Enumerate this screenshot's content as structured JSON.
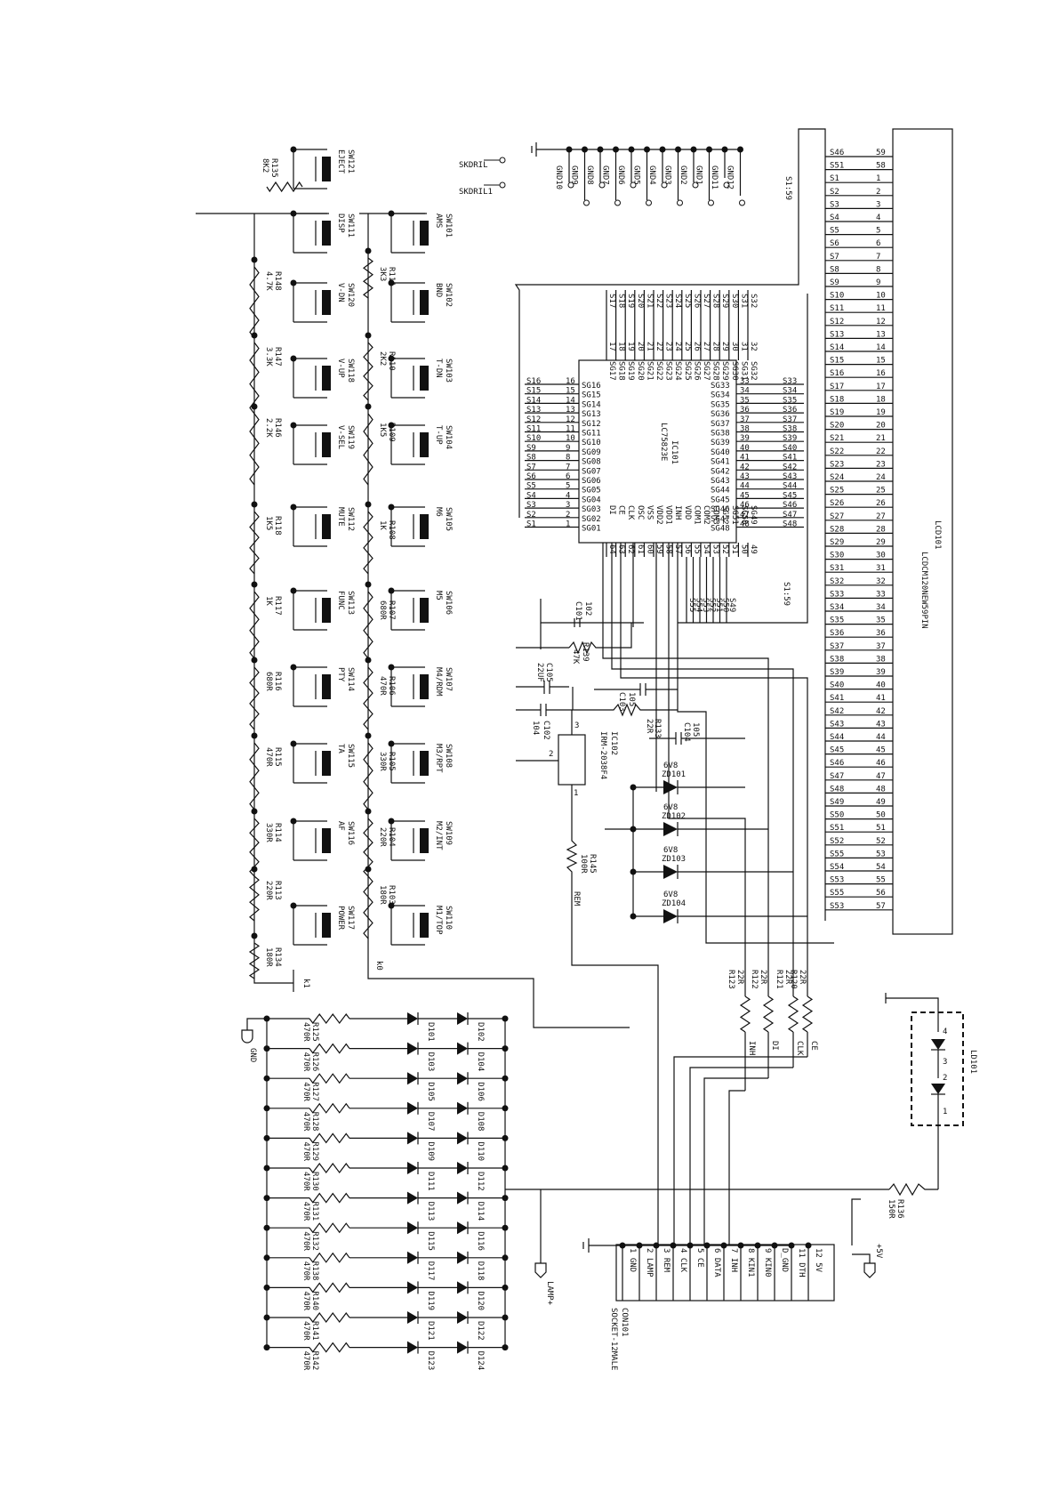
{
  "lcd": {
    "ref": "LCD101",
    "part": "LCDCM120NEW59PIN",
    "pins": [
      {
        "sig": "S46",
        "num": "59"
      },
      {
        "sig": "S51",
        "num": "58"
      },
      {
        "sig": "S1",
        "num": "1"
      },
      {
        "sig": "S2",
        "num": "2"
      },
      {
        "sig": "S3",
        "num": "3"
      },
      {
        "sig": "S4",
        "num": "4"
      },
      {
        "sig": "S5",
        "num": "5"
      },
      {
        "sig": "S6",
        "num": "6"
      },
      {
        "sig": "S7",
        "num": "7"
      },
      {
        "sig": "S8",
        "num": "8"
      },
      {
        "sig": "S9",
        "num": "9"
      },
      {
        "sig": "S10",
        "num": "10"
      },
      {
        "sig": "S11",
        "num": "11"
      },
      {
        "sig": "S12",
        "num": "12"
      },
      {
        "sig": "S13",
        "num": "13"
      },
      {
        "sig": "S14",
        "num": "14"
      },
      {
        "sig": "S15",
        "num": "15"
      },
      {
        "sig": "S16",
        "num": "16"
      },
      {
        "sig": "S17",
        "num": "17"
      },
      {
        "sig": "S18",
        "num": "18"
      },
      {
        "sig": "S19",
        "num": "19"
      },
      {
        "sig": "S20",
        "num": "20"
      },
      {
        "sig": "S21",
        "num": "21"
      },
      {
        "sig": "S22",
        "num": "22"
      },
      {
        "sig": "S23",
        "num": "23"
      },
      {
        "sig": "S24",
        "num": "24"
      },
      {
        "sig": "S25",
        "num": "25"
      },
      {
        "sig": "S26",
        "num": "26"
      },
      {
        "sig": "S27",
        "num": "27"
      },
      {
        "sig": "S28",
        "num": "28"
      },
      {
        "sig": "S29",
        "num": "29"
      },
      {
        "sig": "S30",
        "num": "30"
      },
      {
        "sig": "S31",
        "num": "31"
      },
      {
        "sig": "S32",
        "num": "32"
      },
      {
        "sig": "S33",
        "num": "33"
      },
      {
        "sig": "S34",
        "num": "34"
      },
      {
        "sig": "S35",
        "num": "35"
      },
      {
        "sig": "S36",
        "num": "36"
      },
      {
        "sig": "S37",
        "num": "37"
      },
      {
        "sig": "S38",
        "num": "38"
      },
      {
        "sig": "S39",
        "num": "39"
      },
      {
        "sig": "S40",
        "num": "40"
      },
      {
        "sig": "S41",
        "num": "41"
      },
      {
        "sig": "S42",
        "num": "42"
      },
      {
        "sig": "S43",
        "num": "43"
      },
      {
        "sig": "S44",
        "num": "44"
      },
      {
        "sig": "S45",
        "num": "45"
      },
      {
        "sig": "S46",
        "num": "46"
      },
      {
        "sig": "S47",
        "num": "47"
      },
      {
        "sig": "S48",
        "num": "48"
      },
      {
        "sig": "S49",
        "num": "49"
      },
      {
        "sig": "S50",
        "num": "50"
      },
      {
        "sig": "S51",
        "num": "51"
      },
      {
        "sig": "S52",
        "num": "52"
      },
      {
        "sig": "S55",
        "num": "53"
      },
      {
        "sig": "S54",
        "num": "54"
      },
      {
        "sig": "S53",
        "num": "55"
      },
      {
        "sig": "S55",
        "num": "56"
      },
      {
        "sig": "S53",
        "num": "57"
      }
    ]
  },
  "bus_top": "S1:59",
  "bus_mid": "S1:59",
  "ic101": {
    "ref": "IC101",
    "part": "LC75823E",
    "left_pins": [
      {
        "sig": "S16",
        "num": "16",
        "pin": "SG16"
      },
      {
        "sig": "S15",
        "num": "15",
        "pin": "SG15"
      },
      {
        "sig": "S14",
        "num": "14",
        "pin": "SG14"
      },
      {
        "sig": "S13",
        "num": "13",
        "pin": "SG13"
      },
      {
        "sig": "S12",
        "num": "12",
        "pin": "SG12"
      },
      {
        "sig": "S11",
        "num": "11",
        "pin": "SG11"
      },
      {
        "sig": "S10",
        "num": "10",
        "pin": "SG10"
      },
      {
        "sig": "S9",
        "num": "9",
        "pin": "SG09"
      },
      {
        "sig": "S8",
        "num": "8",
        "pin": "SG08"
      },
      {
        "sig": "S7",
        "num": "7",
        "pin": "SG07"
      },
      {
        "sig": "S6",
        "num": "6",
        "pin": "SG06"
      },
      {
        "sig": "S5",
        "num": "5",
        "pin": "SG05"
      },
      {
        "sig": "S4",
        "num": "4",
        "pin": "SG04"
      },
      {
        "sig": "S3",
        "num": "3",
        "pin": "SG03"
      },
      {
        "sig": "S2",
        "num": "2",
        "pin": "SG02"
      },
      {
        "sig": "S1",
        "num": "1",
        "pin": "SG01"
      }
    ],
    "right_pins": [
      {
        "pin": "SG33",
        "num": "33",
        "sig": "S33"
      },
      {
        "pin": "SG34",
        "num": "34",
        "sig": "S34"
      },
      {
        "pin": "SG35",
        "num": "35",
        "sig": "S35"
      },
      {
        "pin": "SG36",
        "num": "36",
        "sig": "S36"
      },
      {
        "pin": "SG37",
        "num": "37",
        "sig": "S37"
      },
      {
        "pin": "SG38",
        "num": "38",
        "sig": "S38"
      },
      {
        "pin": "SG39",
        "num": "39",
        "sig": "S39"
      },
      {
        "pin": "SG40",
        "num": "40",
        "sig": "S40"
      },
      {
        "pin": "SG41",
        "num": "41",
        "sig": "S41"
      },
      {
        "pin": "SG42",
        "num": "42",
        "sig": "S42"
      },
      {
        "pin": "SG43",
        "num": "43",
        "sig": "S43"
      },
      {
        "pin": "SG44",
        "num": "44",
        "sig": "S44"
      },
      {
        "pin": "SG45",
        "num": "45",
        "sig": "S45"
      },
      {
        "pin": "SG46",
        "num": "46",
        "sig": "S46"
      },
      {
        "pin": "SG47",
        "num": "47",
        "sig": "S47"
      },
      {
        "pin": "SG48",
        "num": "48",
        "sig": "S48"
      }
    ],
    "top_pins": [
      {
        "sig": "S17",
        "num": "17",
        "pin": "SG17"
      },
      {
        "sig": "S18",
        "num": "18",
        "pin": "SG18"
      },
      {
        "sig": "S19",
        "num": "19",
        "pin": "SG19"
      },
      {
        "sig": "S20",
        "num": "20",
        "pin": "SG20"
      },
      {
        "sig": "S21",
        "num": "21",
        "pin": "SG21"
      },
      {
        "sig": "S22",
        "num": "22",
        "pin": "SG22"
      },
      {
        "sig": "S23",
        "num": "23",
        "pin": "SG23"
      },
      {
        "sig": "S24",
        "num": "24",
        "pin": "SG24"
      },
      {
        "sig": "S25",
        "num": "25",
        "pin": "SG25"
      },
      {
        "sig": "S26",
        "num": "26",
        "pin": "SG26"
      },
      {
        "sig": "S27",
        "num": "27",
        "pin": "SG27"
      },
      {
        "sig": "S28",
        "num": "28",
        "pin": "SG28"
      },
      {
        "sig": "S29",
        "num": "29",
        "pin": "SG29"
      },
      {
        "sig": "S30",
        "num": "30",
        "pin": "SG30"
      },
      {
        "sig": "S31",
        "num": "31",
        "pin": "SG31"
      },
      {
        "sig": "S32",
        "num": "32",
        "pin": "SG32"
      }
    ],
    "bottom_pins": [
      {
        "pin": "DI",
        "num": "64"
      },
      {
        "pin": "CE",
        "num": "63"
      },
      {
        "pin": "CLK",
        "num": "62"
      },
      {
        "pin": "OSC",
        "num": "61"
      },
      {
        "pin": "VSS",
        "num": "60"
      },
      {
        "pin": "VDD2",
        "num": "59"
      },
      {
        "pin": "VDD1",
        "num": "58"
      },
      {
        "pin": "INH",
        "num": "57"
      },
      {
        "pin": "VDD",
        "num": "56"
      },
      {
        "pin": "COM1",
        "num": "55"
      },
      {
        "pin": "COM2",
        "num": "54"
      },
      {
        "pin": "COM3",
        "num": "53"
      },
      {
        "pin": "SG52",
        "num": "52"
      },
      {
        "pin": "SG51",
        "num": "51"
      },
      {
        "pin": "SG50",
        "num": "50"
      },
      {
        "pin": "SG49",
        "num": "49"
      }
    ],
    "bus_out": [
      "S55",
      "S54",
      "S53",
      "S52",
      "S51",
      "S50",
      "S49"
    ]
  },
  "gnd_labels": [
    "GND10",
    "GND9",
    "GND8",
    "GND7",
    "GND6",
    "GND5",
    "GND4",
    "GND3",
    "GND2",
    "GND1",
    "GND11",
    "GND12"
  ],
  "skdril": [
    "SKDRIL",
    "SKDRIL1"
  ],
  "left_switches": [
    {
      "sw": "SW121",
      "name": "EJECT"
    },
    {
      "sw": "SW111",
      "name": "DISP"
    },
    {
      "sw": "SW120",
      "name": "V-DN"
    },
    {
      "sw": "SW118",
      "name": "V-UP"
    },
    {
      "sw": "SW119",
      "name": "V-SEL"
    },
    {
      "sw": "SW112",
      "name": "MUTE"
    },
    {
      "sw": "SW113",
      "name": "FUNC"
    },
    {
      "sw": "SW114",
      "name": "PTY"
    },
    {
      "sw": "SW115",
      "name": "TA"
    },
    {
      "sw": "SW116",
      "name": "AF"
    },
    {
      "sw": "SW117",
      "name": "POWER"
    }
  ],
  "left_resistors": [
    {
      "ref": "R135",
      "val": "8K2"
    },
    {
      "ref": "R148",
      "val": "4.7K"
    },
    {
      "ref": "R147",
      "val": "3.3K"
    },
    {
      "ref": "R146",
      "val": "2.2K"
    },
    {
      "ref": "R118",
      "val": "1K5"
    },
    {
      "ref": "R117",
      "val": "1K"
    },
    {
      "ref": "R116",
      "val": "680R"
    },
    {
      "ref": "R115",
      "val": "470R"
    },
    {
      "ref": "R114",
      "val": "330R"
    },
    {
      "ref": "R113",
      "val": "220R"
    },
    {
      "ref": "R134",
      "val": "180R"
    }
  ],
  "right_switches": [
    {
      "sw": "SW101",
      "name": "AMS"
    },
    {
      "sw": "SW102",
      "name": "BND"
    },
    {
      "sw": "SW103",
      "name": "T-DN"
    },
    {
      "sw": "SW104",
      "name": "T-UP"
    },
    {
      "sw": "SW105",
      "name": "M6"
    },
    {
      "sw": "SW106",
      "name": "M5"
    },
    {
      "sw": "SW107",
      "name": "M4/RDM"
    },
    {
      "sw": "SW108",
      "name": "M3/RPT"
    },
    {
      "sw": "SW109",
      "name": "M2/INT"
    },
    {
      "sw": "SW110",
      "name": "M1/TOP"
    }
  ],
  "right_resistors": [
    {
      "ref": "R111",
      "val": "3K3"
    },
    {
      "ref": "R110",
      "val": "2K2"
    },
    {
      "ref": "R109",
      "val": "1K5"
    },
    {
      "ref": "R108",
      "val": "1K"
    },
    {
      "ref": "R107",
      "val": "680R"
    },
    {
      "ref": "R106",
      "val": "470R"
    },
    {
      "ref": "R105",
      "val": "330R"
    },
    {
      "ref": "R104",
      "val": "220R"
    },
    {
      "ref": "R103",
      "val": "180R"
    }
  ],
  "k_labels": [
    "k1",
    "k0"
  ],
  "caps": [
    {
      "ref": "C101",
      "val": "102"
    },
    {
      "ref": "C105",
      "val": "22UF"
    },
    {
      "ref": "C103",
      "val": "105"
    },
    {
      "ref": "C102",
      "val": "104"
    },
    {
      "ref": "C104",
      "val": "105"
    }
  ],
  "r139": {
    "ref": "R139",
    "val": "47K"
  },
  "r133": {
    "ref": "R133",
    "val": "22R"
  },
  "r145": {
    "ref": "R145",
    "val": "100R",
    "net": "REM"
  },
  "ic102": {
    "ref": "IC102",
    "part": "IRM-2038F4",
    "pins": [
      "3",
      "2",
      "1"
    ]
  },
  "zeners": [
    {
      "ref": "ZD101",
      "val": "6V8"
    },
    {
      "ref": "ZD102",
      "val": "6V8"
    },
    {
      "ref": "ZD103",
      "val": "6V8"
    },
    {
      "ref": "ZD104",
      "val": "6V8"
    }
  ],
  "series_r": [
    {
      "ref": "R123",
      "val": "22R",
      "net": "INH"
    },
    {
      "ref": "R122",
      "val": "22R",
      "net": "DI"
    },
    {
      "ref": "R121",
      "val": "22R",
      "net": "CLK"
    },
    {
      "ref": "R120",
      "val": "22R",
      "net": "CE"
    }
  ],
  "led_rows": [
    {
      "r": "R125",
      "val": "470R",
      "a": "D101",
      "b": "D102"
    },
    {
      "r": "R126",
      "val": "470R",
      "a": "D103",
      "b": "D104"
    },
    {
      "r": "R127",
      "val": "470R",
      "a": "D105",
      "b": "D106"
    },
    {
      "r": "R128",
      "val": "470R",
      "a": "D107",
      "b": "D108"
    },
    {
      "r": "R129",
      "val": "470R",
      "a": "D109",
      "b": "D110"
    },
    {
      "r": "R130",
      "val": "470R",
      "a": "D111",
      "b": "D112"
    },
    {
      "r": "R131",
      "val": "470R",
      "a": "D113",
      "b": "D114"
    },
    {
      "r": "R132",
      "val": "470R",
      "a": "D115",
      "b": "D116"
    },
    {
      "r": "R138",
      "val": "470R",
      "a": "D117",
      "b": "D118"
    },
    {
      "r": "R140",
      "val": "470R",
      "a": "D119",
      "b": "D120"
    },
    {
      "r": "R141",
      "val": "470R",
      "a": "D121",
      "b": "D122"
    },
    {
      "r": "R142",
      "val": "470R",
      "a": "D123",
      "b": "D124"
    }
  ],
  "gnd_port": "GND",
  "lamp_port": "LAMP+",
  "v5_port": "+5V",
  "ld101": {
    "ref": "LD101",
    "pins": [
      "4",
      "3",
      "2",
      "1"
    ]
  },
  "r136": {
    "ref": "R136",
    "val": "150R"
  },
  "connector": {
    "ref": "CON101",
    "part": "SOCKET-12MALE",
    "pins": [
      "1 GND",
      "2 LAMP",
      "3 REM",
      "4 CLK",
      "5 CE",
      "6 DATA",
      "7 INH",
      "8 KIN1",
      "9 KIN0",
      "D_GND",
      "11 DTH",
      "12 5V"
    ]
  }
}
